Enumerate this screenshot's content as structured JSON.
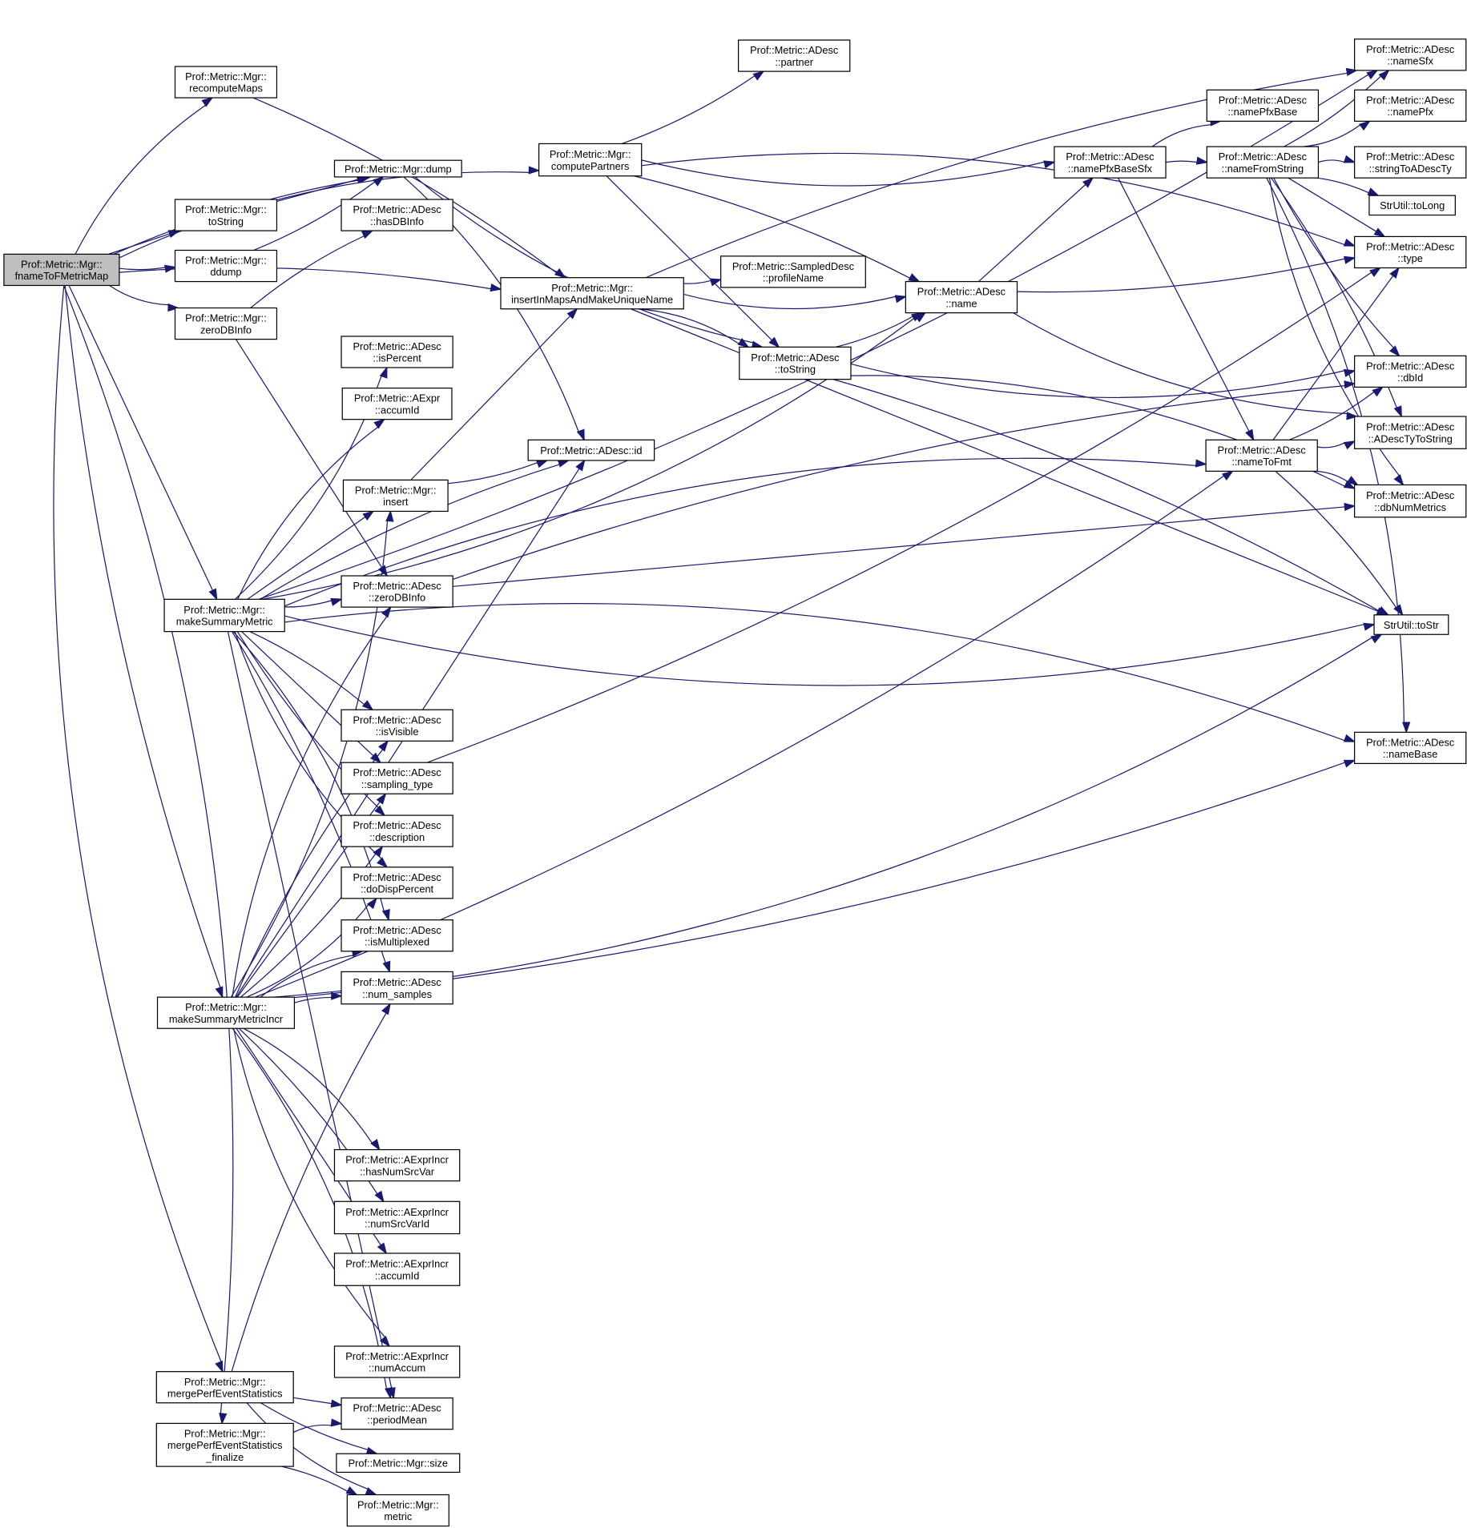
{
  "graph": {
    "title": "Call graph of Prof::Metric::Mgr::fnameToFMetricMap",
    "edge_color": "#191970",
    "root_fill": "#bfbfbf",
    "nodes": [
      {
        "id": "root",
        "lines": [
          "Prof::Metric::Mgr::",
          "fnameToFMetricMap"
        ],
        "root": true
      },
      {
        "id": "recomputeMaps",
        "lines": [
          "Prof::Metric::Mgr::",
          "recomputeMaps"
        ]
      },
      {
        "id": "mgrDump",
        "lines": [
          "Prof::Metric::Mgr::dump"
        ]
      },
      {
        "id": "mgrToString",
        "lines": [
          "Prof::Metric::Mgr::",
          "toString"
        ]
      },
      {
        "id": "ddump",
        "lines": [
          "Prof::Metric::Mgr::",
          "ddump"
        ]
      },
      {
        "id": "mgrZeroDBInfo",
        "lines": [
          "Prof::Metric::Mgr::",
          "zeroDBInfo"
        ]
      },
      {
        "id": "hasDBInfo",
        "lines": [
          "Prof::Metric::ADesc",
          "::hasDBInfo"
        ]
      },
      {
        "id": "computePartners",
        "lines": [
          "Prof::Metric::Mgr::",
          "computePartners"
        ]
      },
      {
        "id": "partner",
        "lines": [
          "Prof::Metric::ADesc",
          "::partner"
        ]
      },
      {
        "id": "insertInMaps",
        "lines": [
          "Prof::Metric::Mgr::",
          "insertInMapsAndMakeUniqueName"
        ]
      },
      {
        "id": "profileName",
        "lines": [
          "Prof::Metric::SampledDesc",
          "::profileName"
        ]
      },
      {
        "id": "adescToString",
        "lines": [
          "Prof::Metric::ADesc",
          "::toString"
        ]
      },
      {
        "id": "adescName",
        "lines": [
          "Prof::Metric::ADesc",
          "::name"
        ]
      },
      {
        "id": "namePfxBaseSfx",
        "lines": [
          "Prof::Metric::ADesc",
          "::namePfxBaseSfx"
        ]
      },
      {
        "id": "namePfxBase",
        "lines": [
          "Prof::Metric::ADesc",
          "::namePfxBase"
        ]
      },
      {
        "id": "nameFromString",
        "lines": [
          "Prof::Metric::ADesc",
          "::nameFromString"
        ]
      },
      {
        "id": "nameSfx",
        "lines": [
          "Prof::Metric::ADesc",
          "::nameSfx"
        ]
      },
      {
        "id": "namePfx",
        "lines": [
          "Prof::Metric::ADesc",
          "::namePfx"
        ]
      },
      {
        "id": "stringToADescTy",
        "lines": [
          "Prof::Metric::ADesc",
          "::stringToADescTy"
        ]
      },
      {
        "id": "toLong",
        "lines": [
          "StrUtil::toLong"
        ]
      },
      {
        "id": "type",
        "lines": [
          "Prof::Metric::ADesc",
          "::type"
        ]
      },
      {
        "id": "dbId",
        "lines": [
          "Prof::Metric::ADesc",
          "::dbId"
        ]
      },
      {
        "id": "ADescTyToString",
        "lines": [
          "Prof::Metric::ADesc",
          "::ADescTyToString"
        ]
      },
      {
        "id": "nameToFmt",
        "lines": [
          "Prof::Metric::ADesc",
          "::nameToFmt"
        ]
      },
      {
        "id": "dbNumMetrics",
        "lines": [
          "Prof::Metric::ADesc",
          "::dbNumMetrics"
        ]
      },
      {
        "id": "toStr",
        "lines": [
          "StrUtil::toStr"
        ]
      },
      {
        "id": "nameBase",
        "lines": [
          "Prof::Metric::ADesc",
          "::nameBase"
        ]
      },
      {
        "id": "isPercent",
        "lines": [
          "Prof::Metric::ADesc",
          "::isPercent"
        ]
      },
      {
        "id": "aexprAccumId",
        "lines": [
          "Prof::Metric::AExpr",
          "::accumId"
        ]
      },
      {
        "id": "adescId",
        "lines": [
          "Prof::Metric::ADesc::id"
        ]
      },
      {
        "id": "mgrInsert",
        "lines": [
          "Prof::Metric::Mgr::",
          "insert"
        ]
      },
      {
        "id": "makeSummaryMetric",
        "lines": [
          "Prof::Metric::Mgr::",
          "makeSummaryMetric"
        ]
      },
      {
        "id": "adescZeroDBInfo",
        "lines": [
          "Prof::Metric::ADesc",
          "::zeroDBInfo"
        ]
      },
      {
        "id": "isVisible",
        "lines": [
          "Prof::Metric::ADesc",
          "::isVisible"
        ]
      },
      {
        "id": "samplingType",
        "lines": [
          "Prof::Metric::ADesc",
          "::sampling_type"
        ]
      },
      {
        "id": "description",
        "lines": [
          "Prof::Metric::ADesc",
          "::description"
        ]
      },
      {
        "id": "doDispPercent",
        "lines": [
          "Prof::Metric::ADesc",
          "::doDispPercent"
        ]
      },
      {
        "id": "isMultiplexed",
        "lines": [
          "Prof::Metric::ADesc",
          "::isMultiplexed"
        ]
      },
      {
        "id": "numSamples",
        "lines": [
          "Prof::Metric::ADesc",
          "::num_samples"
        ]
      },
      {
        "id": "makeSummaryMetricIncr",
        "lines": [
          "Prof::Metric::Mgr::",
          "makeSummaryMetricIncr"
        ]
      },
      {
        "id": "hasNumSrcVar",
        "lines": [
          "Prof::Metric::AExprIncr",
          "::hasNumSrcVar"
        ]
      },
      {
        "id": "numSrcVarId",
        "lines": [
          "Prof::Metric::AExprIncr",
          "::numSrcVarId"
        ]
      },
      {
        "id": "incrAccumId",
        "lines": [
          "Prof::Metric::AExprIncr",
          "::accumId"
        ]
      },
      {
        "id": "numAccum",
        "lines": [
          "Prof::Metric::AExprIncr",
          "::numAccum"
        ]
      },
      {
        "id": "mergePerf",
        "lines": [
          "Prof::Metric::Mgr::",
          "mergePerfEventStatistics"
        ]
      },
      {
        "id": "periodMean",
        "lines": [
          "Prof::Metric::ADesc",
          "::periodMean"
        ]
      },
      {
        "id": "mergePerfFinalize",
        "lines": [
          "Prof::Metric::Mgr::",
          "mergePerfEventStatistics",
          "_finalize"
        ]
      },
      {
        "id": "mgrSize",
        "lines": [
          "Prof::Metric::Mgr::size"
        ]
      },
      {
        "id": "mgrMetric",
        "lines": [
          "Prof::Metric::Mgr::",
          "metric"
        ]
      }
    ],
    "edges": [
      [
        "root",
        "recomputeMaps"
      ],
      [
        "root",
        "mgrDump"
      ],
      [
        "root",
        "mgrToString"
      ],
      [
        "root",
        "ddump"
      ],
      [
        "root",
        "mgrZeroDBInfo"
      ],
      [
        "root",
        "computePartners"
      ],
      [
        "root",
        "insertInMaps"
      ],
      [
        "root",
        "makeSummaryMetric"
      ],
      [
        "root",
        "makeSummaryMetricIncr"
      ],
      [
        "root",
        "mergePerf"
      ],
      [
        "root",
        "mergePerfFinalize"
      ],
      [
        "recomputeMaps",
        "insertInMaps"
      ],
      [
        "mgrToString",
        "mgrDump"
      ],
      [
        "ddump",
        "mgrDump"
      ],
      [
        "mgrDump",
        "adescToString"
      ],
      [
        "mgrDump",
        "adescId"
      ],
      [
        "mgrZeroDBInfo",
        "hasDBInfo"
      ],
      [
        "mgrZeroDBInfo",
        "adescZeroDBInfo"
      ],
      [
        "computePartners",
        "partner"
      ],
      [
        "computePartners",
        "namePfxBaseSfx"
      ],
      [
        "computePartners",
        "type"
      ],
      [
        "computePartners",
        "adescName"
      ],
      [
        "computePartners",
        "adescToString"
      ],
      [
        "insertInMaps",
        "profileName"
      ],
      [
        "insertInMaps",
        "adescName"
      ],
      [
        "insertInMaps",
        "adescToString"
      ],
      [
        "insertInMaps",
        "nameSfx"
      ],
      [
        "insertInMaps",
        "toStr"
      ],
      [
        "adescToString",
        "adescName"
      ],
      [
        "adescToString",
        "dbId"
      ],
      [
        "adescToString",
        "dbNumMetrics"
      ],
      [
        "adescToString",
        "toStr"
      ],
      [
        "adescName",
        "namePfxBaseSfx"
      ],
      [
        "adescName",
        "type"
      ],
      [
        "adescName",
        "ADescTyToString"
      ],
      [
        "namePfxBaseSfx",
        "namePfxBase"
      ],
      [
        "namePfxBaseSfx",
        "nameFromString"
      ],
      [
        "namePfxBaseSfx",
        "nameToFmt"
      ],
      [
        "nameFromString",
        "nameSfx"
      ],
      [
        "nameFromString",
        "namePfx"
      ],
      [
        "nameFromString",
        "stringToADescTy"
      ],
      [
        "nameFromString",
        "toLong"
      ],
      [
        "nameFromString",
        "type"
      ],
      [
        "nameFromString",
        "dbId"
      ],
      [
        "nameFromString",
        "dbNumMetrics"
      ],
      [
        "nameFromString",
        "nameBase"
      ],
      [
        "nameFromString",
        "ADescTyToString"
      ],
      [
        "nameToFmt",
        "type"
      ],
      [
        "nameToFmt",
        "dbId"
      ],
      [
        "nameToFmt",
        "ADescTyToString"
      ],
      [
        "nameToFmt",
        "dbNumMetrics"
      ],
      [
        "nameToFmt",
        "toStr"
      ],
      [
        "mgrInsert",
        "insertInMaps"
      ],
      [
        "mgrInsert",
        "adescId"
      ],
      [
        "makeSummaryMetric",
        "isPercent"
      ],
      [
        "makeSummaryMetric",
        "aexprAccumId"
      ],
      [
        "makeSummaryMetric",
        "adescId"
      ],
      [
        "makeSummaryMetric",
        "mgrInsert"
      ],
      [
        "makeSummaryMetric",
        "adescZeroDBInfo"
      ],
      [
        "makeSummaryMetric",
        "toStr"
      ],
      [
        "makeSummaryMetric",
        "nameBase"
      ],
      [
        "makeSummaryMetric",
        "isVisible"
      ],
      [
        "makeSummaryMetric",
        "samplingType"
      ],
      [
        "makeSummaryMetric",
        "description"
      ],
      [
        "makeSummaryMetric",
        "doDispPercent"
      ],
      [
        "makeSummaryMetric",
        "isMultiplexed"
      ],
      [
        "makeSummaryMetric",
        "numSamples"
      ],
      [
        "makeSummaryMetric",
        "periodMean"
      ],
      [
        "makeSummaryMetric",
        "nameSfx"
      ],
      [
        "makeSummaryMetric",
        "adescName"
      ],
      [
        "makeSummaryMetric",
        "nameToFmt"
      ],
      [
        "adescZeroDBInfo",
        "dbId"
      ],
      [
        "adescZeroDBInfo",
        "dbNumMetrics"
      ],
      [
        "samplingType",
        "type"
      ],
      [
        "makeSummaryMetricIncr",
        "mgrInsert"
      ],
      [
        "makeSummaryMetricIncr",
        "adescZeroDBInfo"
      ],
      [
        "makeSummaryMetricIncr",
        "isVisible"
      ],
      [
        "makeSummaryMetricIncr",
        "samplingType"
      ],
      [
        "makeSummaryMetricIncr",
        "description"
      ],
      [
        "makeSummaryMetricIncr",
        "doDispPercent"
      ],
      [
        "makeSummaryMetricIncr",
        "isMultiplexed"
      ],
      [
        "makeSummaryMetricIncr",
        "numSamples"
      ],
      [
        "makeSummaryMetricIncr",
        "adescId"
      ],
      [
        "makeSummaryMetricIncr",
        "nameToFmt"
      ],
      [
        "makeSummaryMetricIncr",
        "toStr"
      ],
      [
        "makeSummaryMetricIncr",
        "hasNumSrcVar"
      ],
      [
        "makeSummaryMetricIncr",
        "numSrcVarId"
      ],
      [
        "makeSummaryMetricIncr",
        "incrAccumId"
      ],
      [
        "makeSummaryMetricIncr",
        "nameBase"
      ],
      [
        "makeSummaryMetricIncr",
        "numAccum"
      ],
      [
        "makeSummaryMetricIncr",
        "periodMean"
      ],
      [
        "mergePerf",
        "numSamples"
      ],
      [
        "mergePerf",
        "periodMean"
      ],
      [
        "mergePerf",
        "mgrSize"
      ],
      [
        "mergePerf",
        "mgrMetric"
      ],
      [
        "mergePerfFinalize",
        "periodMean"
      ],
      [
        "mergePerfFinalize",
        "mgrMetric"
      ]
    ]
  }
}
